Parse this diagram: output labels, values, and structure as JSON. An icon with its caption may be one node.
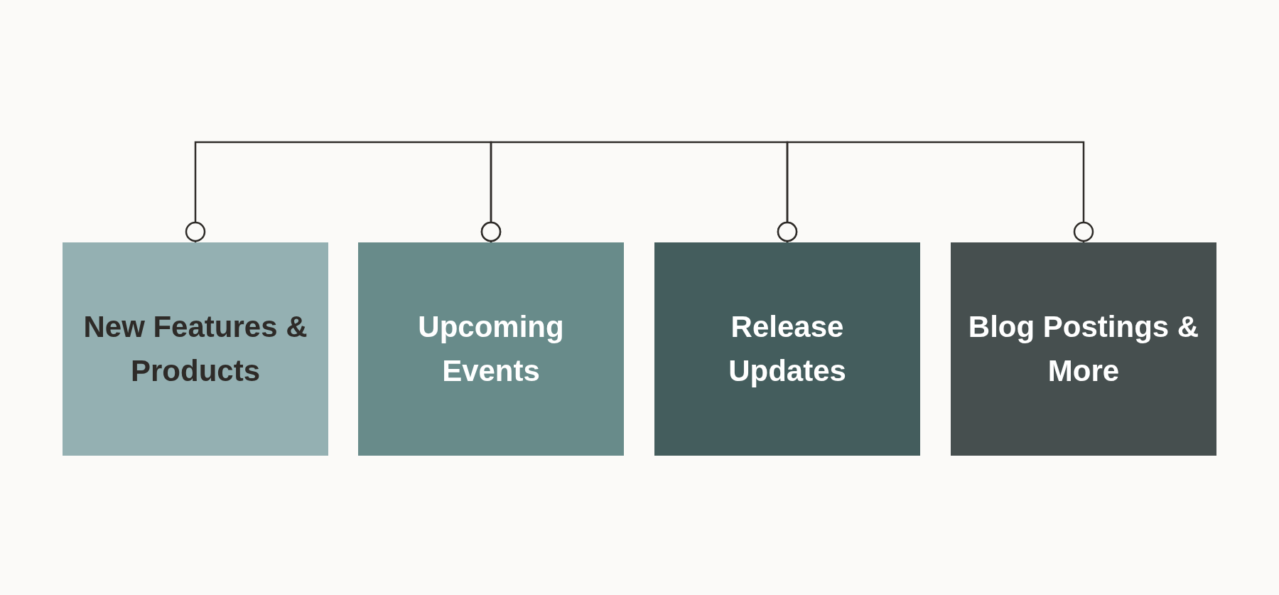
{
  "diagram": {
    "nodes": [
      {
        "text": [
          "New Features & Products"
        ]
      },
      {
        "text": [
          "Upcoming Events"
        ]
      },
      {
        "text": [
          "Release Updates"
        ]
      },
      {
        "text": [
          "Blog Postings & More"
        ]
      }
    ],
    "edges": [
      {
        "from": 0,
        "to": 1,
        "arrow": "other"
      },
      {
        "from": 1,
        "to": 2,
        "arrow": "other"
      },
      {
        "from": 2,
        "to": 3,
        "arrow": "other"
      }
    ]
  }
}
